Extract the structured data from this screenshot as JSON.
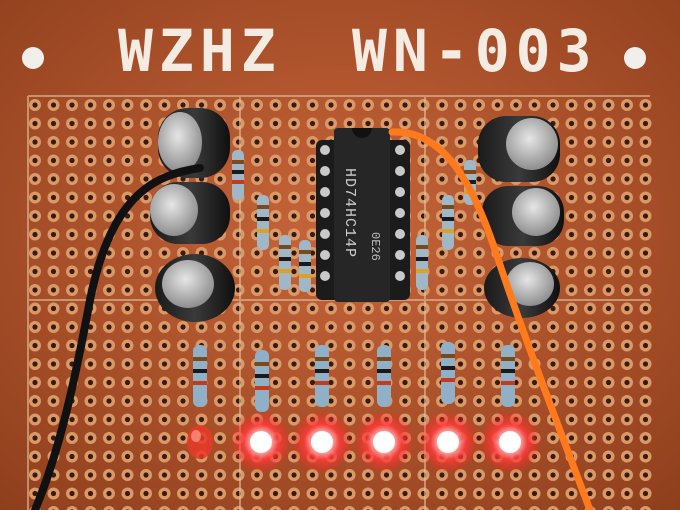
{
  "board": {
    "silkscreen_left": "WZHZ",
    "silkscreen_right": "WN-003",
    "chip_marking": "HD74HC14P",
    "chip_code": "0E26"
  },
  "colors": {
    "board": "#b8592e",
    "board_shadow": "#8f3f1f",
    "led_glow": "#ff3b3b",
    "wire_orange": "#ff7a1c",
    "wire_black": "#111111"
  },
  "leds": {
    "count_lit": 5,
    "count_unlit": 1
  }
}
